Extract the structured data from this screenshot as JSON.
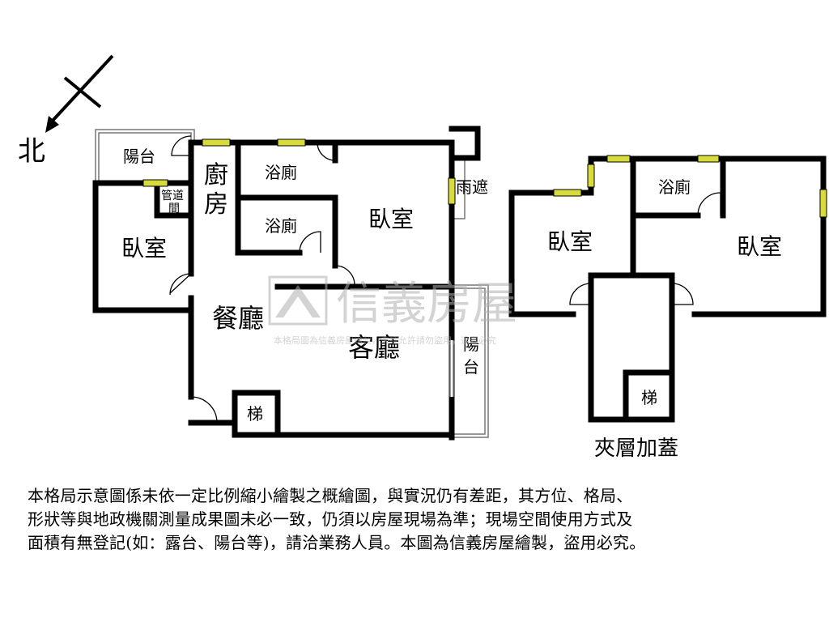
{
  "compass": {
    "label": "北"
  },
  "main_unit": {
    "balcony_top": "陽台",
    "pipe_room": [
      "管道",
      "間"
    ],
    "kitchen": [
      "廚",
      "房"
    ],
    "bath_1": "浴廁",
    "bath_2": "浴廁",
    "bedroom_left": "臥室",
    "bedroom_center": "臥室",
    "canopy": "雨遮",
    "dining": "餐廳",
    "living": "客廳",
    "balcony_right": [
      "陽",
      "台"
    ],
    "stairs": "梯"
  },
  "mezzanine": {
    "bath": "浴廁",
    "bedroom_left": "臥室",
    "bedroom_right": "臥室",
    "stairs": "梯",
    "caption": "夾層加蓋"
  },
  "watermark": {
    "brand": "信義房屋",
    "notice": "本格局圖為信義房屋繪製，未經允許請勿盜用，違者必究"
  },
  "disclaimer": [
    "本格局示意圖係未依一定比例縮小繪製之概繪圖，與實況仍有差距，其方位、格局、",
    "形狀等與地政機關測量成果圖未必一致，仍須以房屋現場為準；現場空間使用方式及",
    "面積有無登記(如：露台、陽台等)，請洽業務人員。本圖為信義房屋繪製，盜用必究。"
  ],
  "colors": {
    "wall": "#000000",
    "window": "#d8dc3a",
    "thin_line": "#777777",
    "watermark": "#b0b0b0"
  }
}
